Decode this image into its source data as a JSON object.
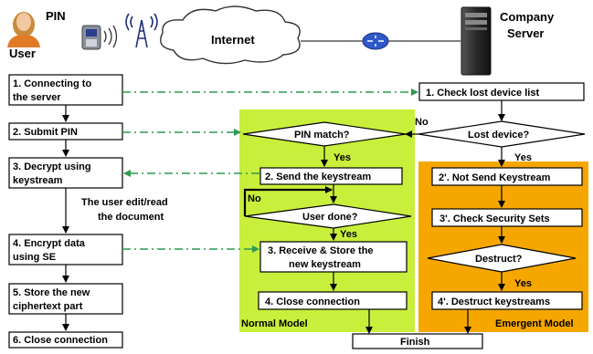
{
  "top": {
    "user_label": "User",
    "pin_label": "PIN",
    "internet_label": "Internet",
    "server_label_line1": "Company",
    "server_label_line2": "Server"
  },
  "left_column": {
    "step1_line1": "1. Connecting to",
    "step1_line2": "the server",
    "step2": "2. Submit PIN",
    "step3_line1": "3. Decrypt using",
    "step3_line2": "keystream",
    "note_line1": "The user edit/read",
    "note_line2": "the document",
    "step4_line1": "4. Encrypt data",
    "step4_line2": "using SE",
    "step5_line1": "5. Store the new",
    "step5_line2": "ciphertext part",
    "step6": "6. Close connection"
  },
  "server_column": {
    "check_lost": "1. Check lost device list",
    "lost_device": "Lost device?",
    "yes": "Yes",
    "no": "No"
  },
  "normal_model": {
    "title": "Normal Model",
    "pin_match": "PIN match?",
    "yes1": "Yes",
    "send_keystream": "2. Send the keystream",
    "no": "No",
    "user_done": "User done?",
    "yes2": "Yes",
    "receive_line1": "3. Receive & Store the",
    "receive_line2": "new keystream",
    "close_connection": "4. Close connection"
  },
  "emergent_model": {
    "title": "Emergent Model",
    "not_send": "2'. Not Send Keystream",
    "check_security": "3'. Check Security Sets",
    "destruct": "Destruct?",
    "yes": "Yes",
    "destruct_keystreams": "4'. Destruct keystreams"
  },
  "finish": "Finish",
  "colors": {
    "normal_bg": "#c8ef3c",
    "emergent_bg": "#f5a700",
    "arrow": "#000000",
    "dashed": "#2e9a52"
  }
}
